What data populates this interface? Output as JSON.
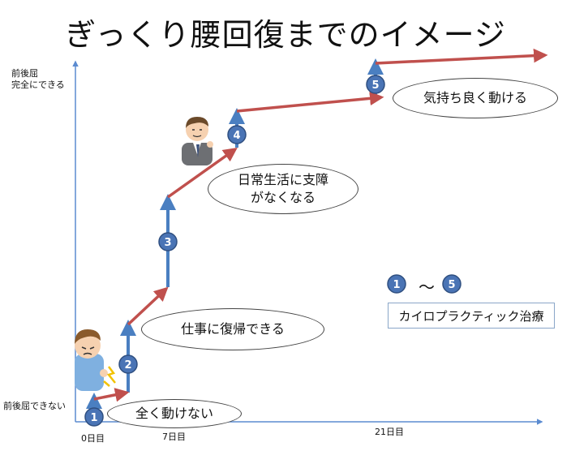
{
  "title": "ぎっくり腰回復までのイメージ",
  "y_axis": {
    "top_label_line1": "前後屈",
    "top_label_line2": "完全にできる",
    "bottom_label": "前後屈できない"
  },
  "x_axis": {
    "ticks": [
      "0日目",
      "7日目",
      "21日目"
    ]
  },
  "steps": [
    {
      "number": "1",
      "caption": "全く動けない"
    },
    {
      "number": "2",
      "caption": "仕事に復帰できる"
    },
    {
      "number": "3",
      "caption": ""
    },
    {
      "number": "4",
      "caption_line1": "日常生活に支障",
      "caption_line2": "がなくなる"
    },
    {
      "number": "5",
      "caption": "気持ち良く動ける"
    }
  ],
  "legend": {
    "from": "1",
    "tilde": "～",
    "to": "5",
    "label": "カイロプラクティック治療"
  },
  "colors": {
    "blue": "#4a7fc1",
    "red": "#c0504d",
    "badge": "#4a74b5",
    "axis": "#5b8bd0"
  }
}
